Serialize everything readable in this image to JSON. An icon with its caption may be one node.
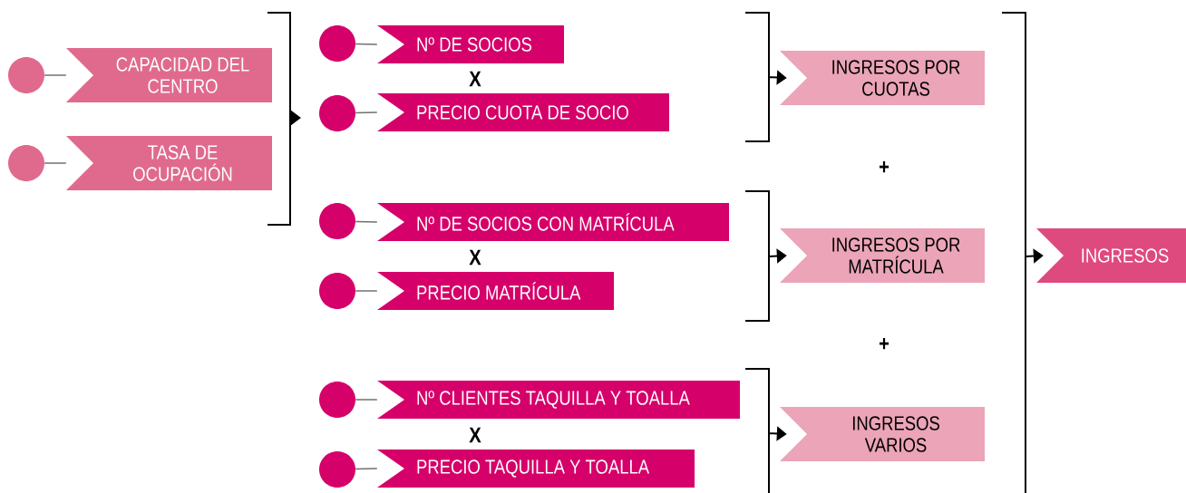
{
  "diagram": {
    "nodes": [
      {
        "text": [],
        "shape": "circle"
      },
      {
        "text": [
          "CAPACIDAD DEL CENTRO"
        ]
      },
      {
        "text": [],
        "shape": "circle"
      },
      {
        "text": [
          "TASA DE OCUPACIÓN"
        ]
      },
      {
        "text": [],
        "shape": "circle"
      },
      {
        "text": [
          "Nº DE SOCIOS"
        ]
      },
      {
        "text": [],
        "shape": "circle"
      },
      {
        "text": [
          "PRECIO CUOTA DE SOCIO"
        ]
      },
      {
        "text": [],
        "shape": "circle"
      },
      {
        "text": [
          "Nº DE SOCIOS CON MATRÍCULA"
        ]
      },
      {
        "text": [],
        "shape": "circle"
      },
      {
        "text": [
          "PRECIO MATRÍCULA"
        ]
      },
      {
        "text": [],
        "shape": "circle"
      },
      {
        "text": [
          "Nº CLIENTES TAQUILLA Y TOALLA"
        ]
      },
      {
        "text": [],
        "shape": "circle"
      },
      {
        "text": [
          "PRECIO TAQUILLA Y TOALLA"
        ]
      },
      {
        "text": [
          "INGRESOS POR CUOTAS"
        ]
      },
      {
        "text": [
          "INGRESOS POR MATRÍCULA"
        ]
      },
      {
        "text": [
          "INGRESOS VARIOS"
        ]
      },
      {
        "text": [
          "INGRESOS"
        ]
      }
    ],
    "edges": [
      {
        "from": 0,
        "to": 1,
        "arrow": "none",
        "color": "#707070"
      },
      {
        "from": 2,
        "to": 3,
        "arrow": "none",
        "color": "#707070"
      },
      {
        "from": 4,
        "to": 5,
        "arrow": "none",
        "color": "#707070"
      },
      {
        "from": 6,
        "to": 7,
        "arrow": "none",
        "color": "#707070"
      },
      {
        "from": 8,
        "to": 9,
        "arrow": "none",
        "color": "#707070"
      },
      {
        "from": 10,
        "to": 11,
        "arrow": "none",
        "color": "#707070"
      },
      {
        "from": 12,
        "to": 13,
        "arrow": "none",
        "color": "#707070"
      },
      {
        "from": 14,
        "to": 15,
        "arrow": "none",
        "color": "#707070"
      },
      {
        "from": null,
        "to": 16,
        "arrow": "to",
        "color": "#000000"
      },
      {
        "from": null,
        "to": 17,
        "arrow": "to",
        "color": "#000000"
      },
      {
        "from": null,
        "to": 18,
        "arrow": "to",
        "color": "#000000"
      },
      {
        "from": null,
        "to": 19,
        "arrow": "to",
        "color": "#000000"
      }
    ],
    "labels": [
      "X",
      "X",
      "X",
      "+",
      "+"
    ]
  }
}
